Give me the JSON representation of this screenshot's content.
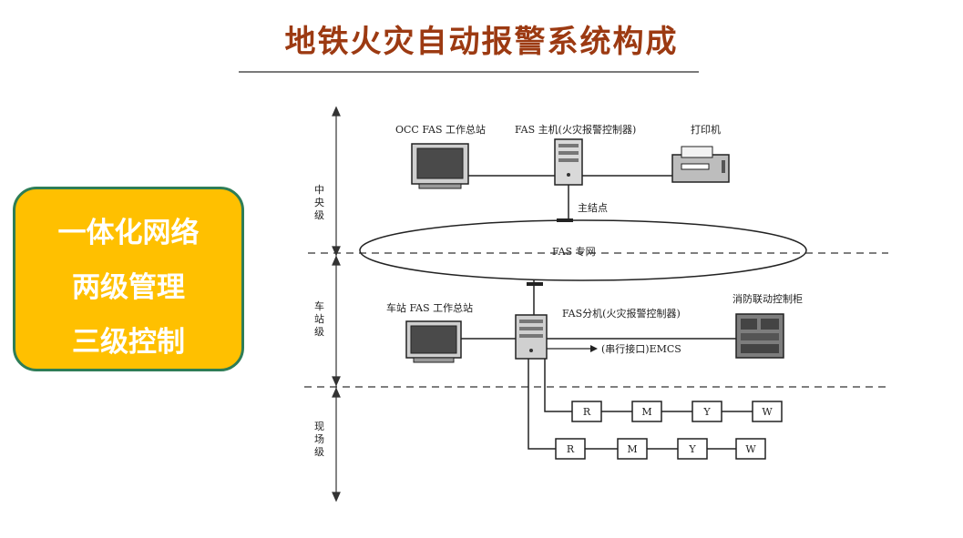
{
  "title": "地铁火灾自动报警系统构成",
  "summary": {
    "line1": "一体化网络",
    "line2": "两级管理",
    "line3": "三级控制"
  },
  "diagram": {
    "levels": {
      "central": [
        "中",
        "央",
        "级"
      ],
      "station": [
        "车",
        "站",
        "级"
      ],
      "field": [
        "现",
        "场",
        "级"
      ]
    },
    "occ_workstation": "OCC FAS 工作总站",
    "fas_host": "FAS 主机(火灾报警控制器)",
    "printer": "打印机",
    "main_node": "主结点",
    "fas_network": "FAS 专网",
    "station_workstation": "车站 FAS 工作总站",
    "fas_substation": "FAS分机(火灾报警控制器)",
    "fire_linkage_cabinet": "消防联动控制柜",
    "emcs_interface": "(串行接口)EMCS",
    "loop1": [
      "R",
      "M",
      "Y",
      "W"
    ],
    "loop2": [
      "R",
      "M",
      "Y",
      "W"
    ]
  }
}
